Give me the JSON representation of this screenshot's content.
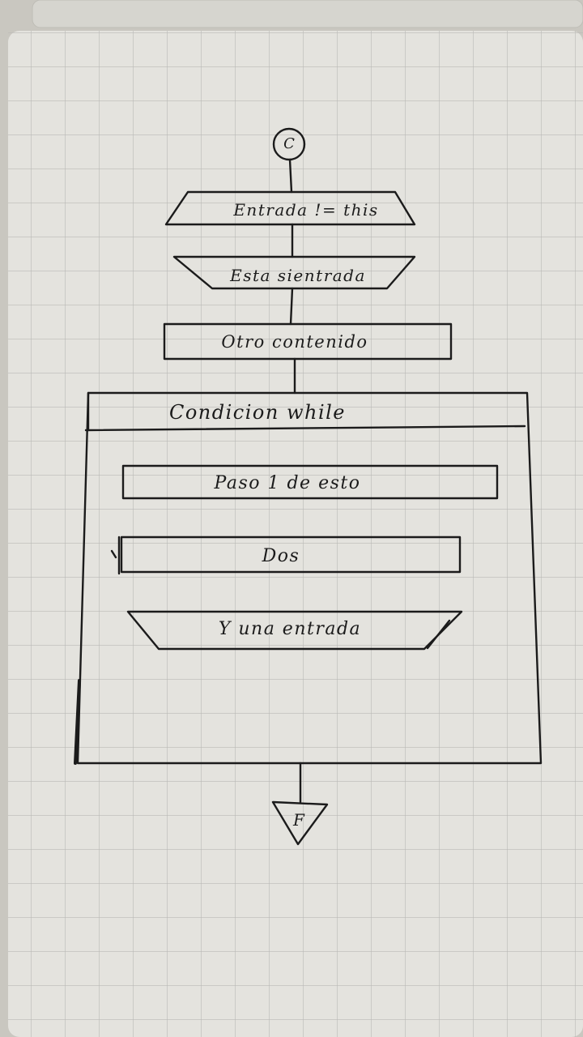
{
  "flowchart": {
    "start_symbol": "C",
    "end_symbol": "F",
    "input_1": "Entrada != this",
    "output_1": "Esta sientrada",
    "process_1": "Otro contenido",
    "loop_condition": "Condicion while",
    "loop_step_1": "Paso 1 de esto",
    "loop_step_2": "Dos",
    "loop_output": "Y una entrada"
  },
  "colors": {
    "ink": "#1b1b1b",
    "paper": "#e4e3de",
    "grid": "#b9b9b6",
    "background": "#c9c7c0"
  }
}
